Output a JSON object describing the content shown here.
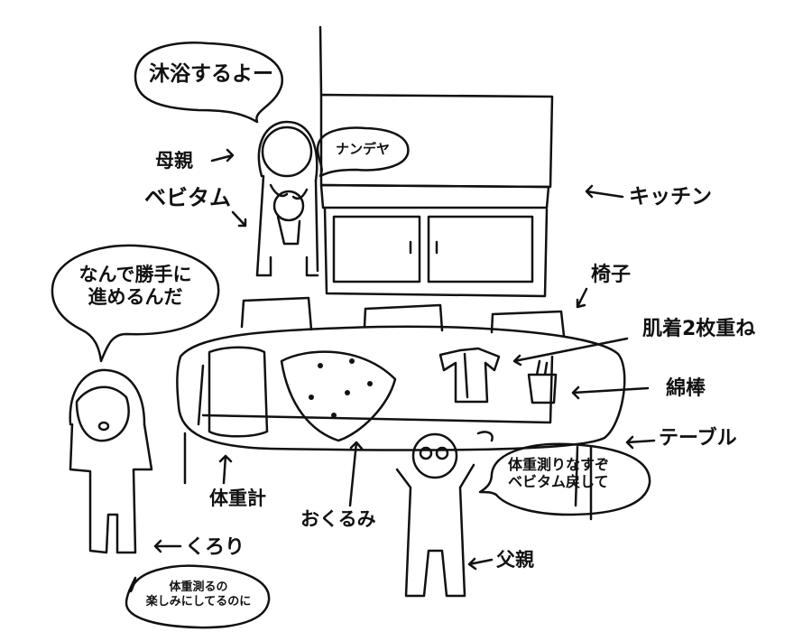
{
  "speech": {
    "mother": "沐浴するよー",
    "baby": "ナンデヤ",
    "kuroro": [
      "なんで勝手に",
      "進めるんだ"
    ],
    "father": [
      "体重測りなすぞ",
      "ベビタム戻して"
    ],
    "kuroro_small": [
      "体重測るの",
      "楽しみにしてるのに"
    ]
  },
  "labels": {
    "mother": "母親",
    "baby": "ベビタム",
    "kitchen": "キッチン",
    "chair": "椅子",
    "underwear": "肌着2枚重ね",
    "cotton_swab": "綿棒",
    "table": "テーブル",
    "scale": "体重計",
    "swaddle": "おくるみ",
    "kuroro": "くろり",
    "father": "父親"
  },
  "colors": {
    "ink": "#111111",
    "background": "#ffffff"
  }
}
